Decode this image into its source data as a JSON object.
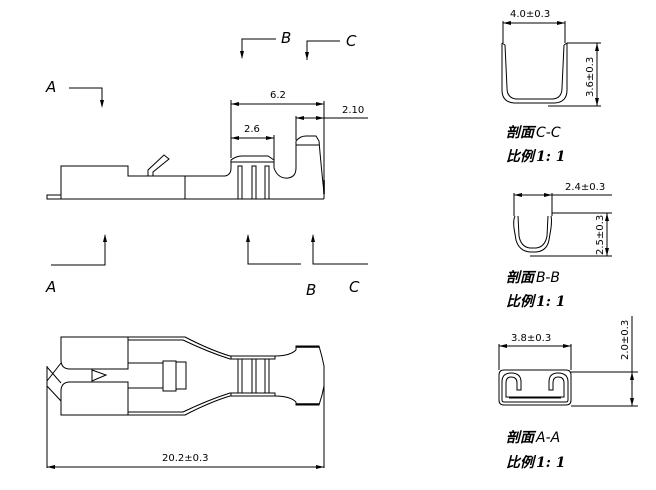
{
  "section_markers": {
    "a_top": "A",
    "b_top": "B",
    "c_top": "C",
    "a_bottom": "A",
    "b_bottom": "B",
    "c_bottom": "C"
  },
  "side_view": {
    "dim_overall_crimp": "6.2",
    "dim_inner_crimp": "2.6",
    "dim_tab": "2.10"
  },
  "bottom_view": {
    "dim_total_length": "20.2±0.3"
  },
  "section_c": {
    "width": "4.0±0.3",
    "height": "3.6±0.3",
    "title_cn": "剖面",
    "title_id": "C-C",
    "scale_cn": "比例",
    "scale": "1: 1"
  },
  "section_b": {
    "width": "2.4±0.3",
    "height": "2.5±0.3",
    "title_cn": "剖面",
    "title_id": "B-B",
    "scale_cn": "比例",
    "scale": "1: 1"
  },
  "section_a": {
    "width": "3.8±0.3",
    "height": "2.0±0.3",
    "title_cn": "剖面",
    "title_id": "A-A",
    "scale_cn": "比例",
    "scale": "1: 1"
  }
}
